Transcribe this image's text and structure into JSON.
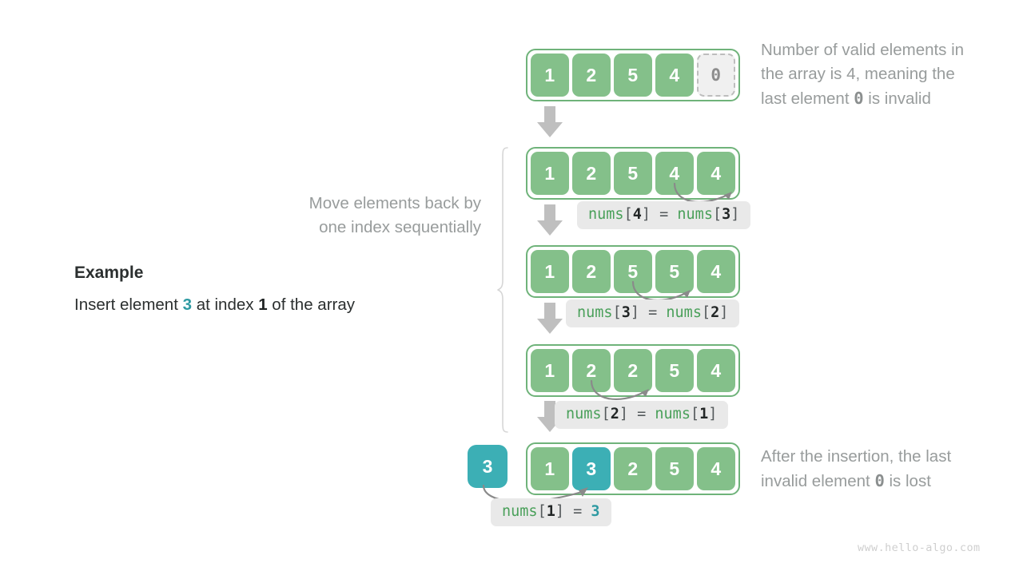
{
  "watermark": "www.hello-algo.com",
  "colors": {
    "cell_green": "#84c08a",
    "cell_teal": "#3cafb5",
    "row_border": "#6fb37a",
    "invalid_fill": "#f0f0f0",
    "invalid_border": "#bdbdbd",
    "arrow_gray": "#bfbfbf",
    "curve_gray": "#8a8a8a",
    "label_bg": "#e9e9e9",
    "note_gray": "#989c9c",
    "text_dark": "#2b2f2f",
    "code_green": "#4aa05a",
    "code_teal": "#2e9aa2"
  },
  "example": {
    "title": "Example",
    "body_prefix": "Insert element ",
    "body_value": "3",
    "body_middle": " at index ",
    "body_index": "1",
    "body_suffix": " of the array"
  },
  "notes": {
    "top_right": "Number of valid elements in\nthe array is 4, meaning the\nlast element ",
    "top_right_zero": "0",
    "top_right_tail": " is invalid",
    "left_middle": "Move elements back by\none index sequentially",
    "bottom_right": "After the insertion, the last\ninvalid element ",
    "bottom_right_zero": "0",
    "bottom_right_tail": " is lost"
  },
  "rows": [
    {
      "id": "row-initial",
      "cells": [
        {
          "value": "1",
          "state": "valid"
        },
        {
          "value": "2",
          "state": "valid"
        },
        {
          "value": "5",
          "state": "valid"
        },
        {
          "value": "4",
          "state": "valid"
        },
        {
          "value": "0",
          "state": "invalid"
        }
      ]
    },
    {
      "id": "row-shift-4",
      "cells": [
        {
          "value": "1",
          "state": "valid"
        },
        {
          "value": "2",
          "state": "valid"
        },
        {
          "value": "5",
          "state": "valid"
        },
        {
          "value": "4",
          "state": "valid"
        },
        {
          "value": "4",
          "state": "valid"
        }
      ]
    },
    {
      "id": "row-shift-3",
      "cells": [
        {
          "value": "1",
          "state": "valid"
        },
        {
          "value": "2",
          "state": "valid"
        },
        {
          "value": "5",
          "state": "valid"
        },
        {
          "value": "5",
          "state": "valid"
        },
        {
          "value": "4",
          "state": "valid"
        }
      ]
    },
    {
      "id": "row-shift-2",
      "cells": [
        {
          "value": "1",
          "state": "valid"
        },
        {
          "value": "2",
          "state": "valid"
        },
        {
          "value": "2",
          "state": "valid"
        },
        {
          "value": "5",
          "state": "valid"
        },
        {
          "value": "4",
          "state": "valid"
        }
      ]
    },
    {
      "id": "row-final",
      "cells": [
        {
          "value": "1",
          "state": "valid"
        },
        {
          "value": "3",
          "state": "inserted"
        },
        {
          "value": "2",
          "state": "valid"
        },
        {
          "value": "5",
          "state": "valid"
        },
        {
          "value": "4",
          "state": "valid"
        }
      ]
    }
  ],
  "inserted_element": {
    "value": "3"
  },
  "code_labels": [
    {
      "id": "label-nums4",
      "name": "nums",
      "index": "4",
      "op": "=",
      "rhs_name": "nums",
      "rhs_index": "3",
      "text": "nums[4] = nums[3]"
    },
    {
      "id": "label-nums3",
      "name": "nums",
      "index": "3",
      "op": "=",
      "rhs_name": "nums",
      "rhs_index": "2",
      "text": "nums[3] = nums[2]"
    },
    {
      "id": "label-nums2",
      "name": "nums",
      "index": "2",
      "op": "=",
      "rhs_name": "nums",
      "rhs_index": "1",
      "text": "nums[2] = nums[1]"
    },
    {
      "id": "label-nums1",
      "name": "nums",
      "index": "1",
      "op": "=",
      "rhs_value": "3",
      "text": "nums[1] = 3"
    }
  ]
}
